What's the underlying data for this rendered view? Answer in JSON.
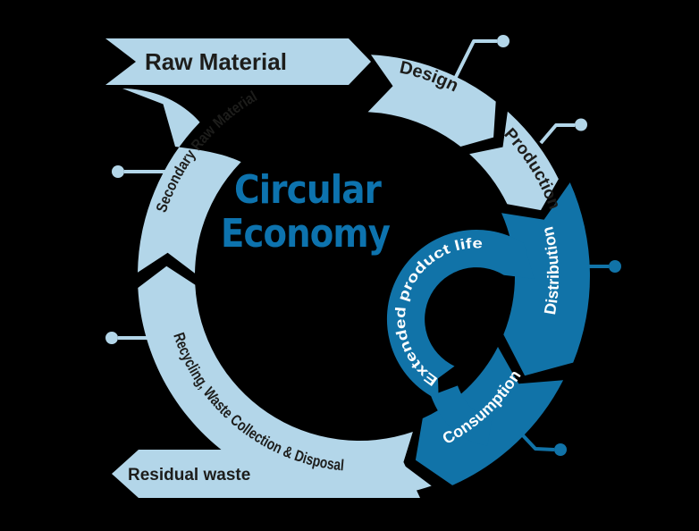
{
  "title": {
    "line1": "Circular",
    "line2": "Economy"
  },
  "segments": {
    "raw_material": "Raw Material",
    "design": "Design",
    "production": "Production",
    "distribution": "Distribution",
    "consumption": "Consumption",
    "recycling": "Recycling, Waste Collection & Disposal",
    "secondary_raw_material": "Secondary Raw Material",
    "residual_waste": "Residual waste",
    "extended_product_life": "Extended product life"
  },
  "colors": {
    "light": "#b3d6e9",
    "dark": "#1173a8",
    "title": "#0d73ae",
    "ink": "#1d1d1b",
    "white": "#ffffff"
  }
}
